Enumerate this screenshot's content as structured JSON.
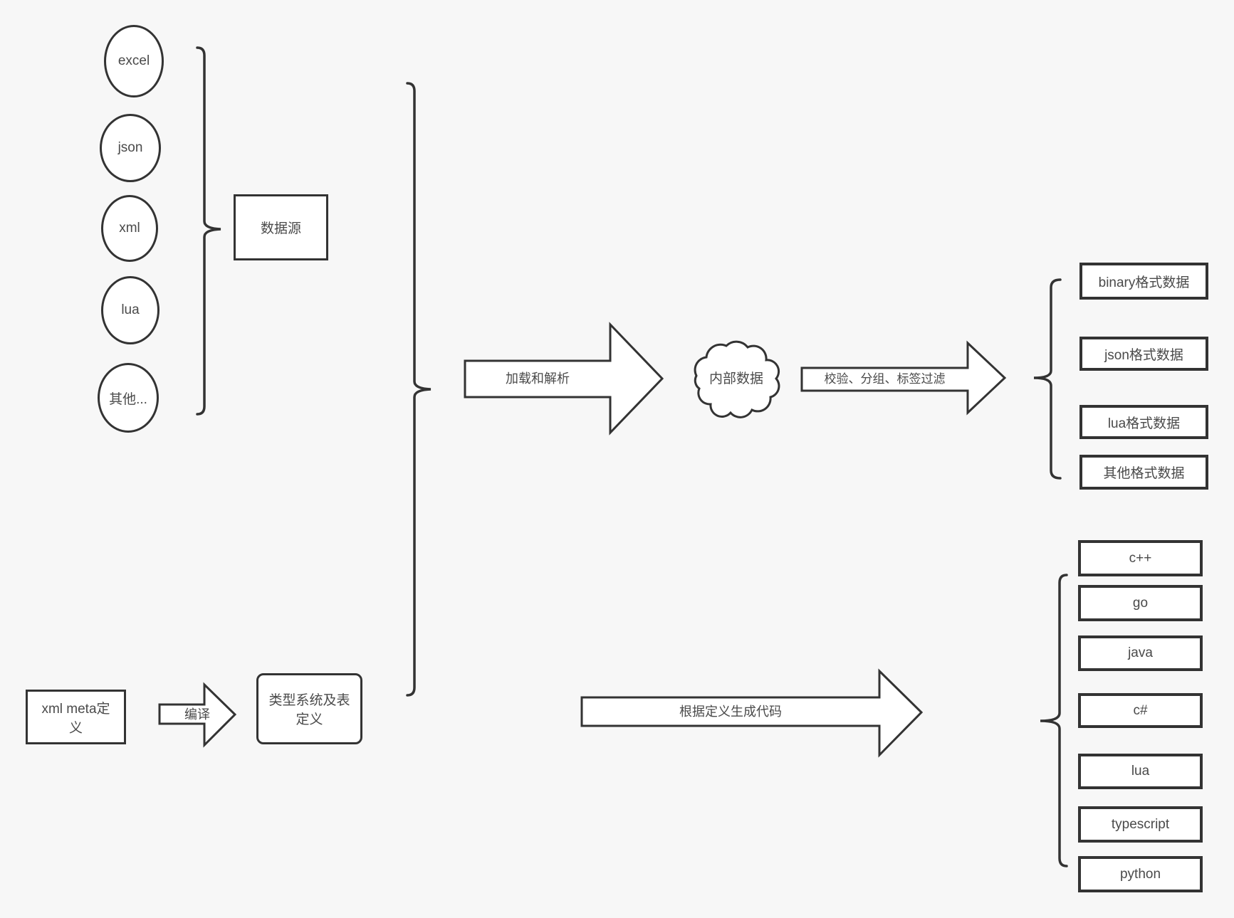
{
  "colors": {
    "background": "#f7f7f7",
    "stroke": "#333333",
    "shape_fill": "#ffffff",
    "text": "#4a4a4a"
  },
  "sources": {
    "group_label": "数据源",
    "items": [
      {
        "label": "excel"
      },
      {
        "label": "json"
      },
      {
        "label": "xml"
      },
      {
        "label": "lua"
      },
      {
        "label": "其他..."
      }
    ]
  },
  "meta": {
    "xml_meta_label": "xml meta定义",
    "compile_arrow_label": "编译",
    "type_system_label": "类型系统及表定义"
  },
  "pipeline": {
    "load_parse_arrow_label": "加载和解析",
    "internal_data_label": "内部数据",
    "filter_arrow_label": "校验、分组、标签过滤",
    "codegen_arrow_label": "根据定义生成代码"
  },
  "outputs": {
    "data_formats": [
      {
        "label": "binary格式数据"
      },
      {
        "label": "json格式数据"
      },
      {
        "label": "lua格式数据"
      },
      {
        "label": "其他格式数据"
      }
    ],
    "languages": [
      {
        "label": "c++"
      },
      {
        "label": "go"
      },
      {
        "label": "java"
      },
      {
        "label": "c#"
      },
      {
        "label": "lua"
      },
      {
        "label": "typescript"
      },
      {
        "label": "python"
      }
    ]
  }
}
